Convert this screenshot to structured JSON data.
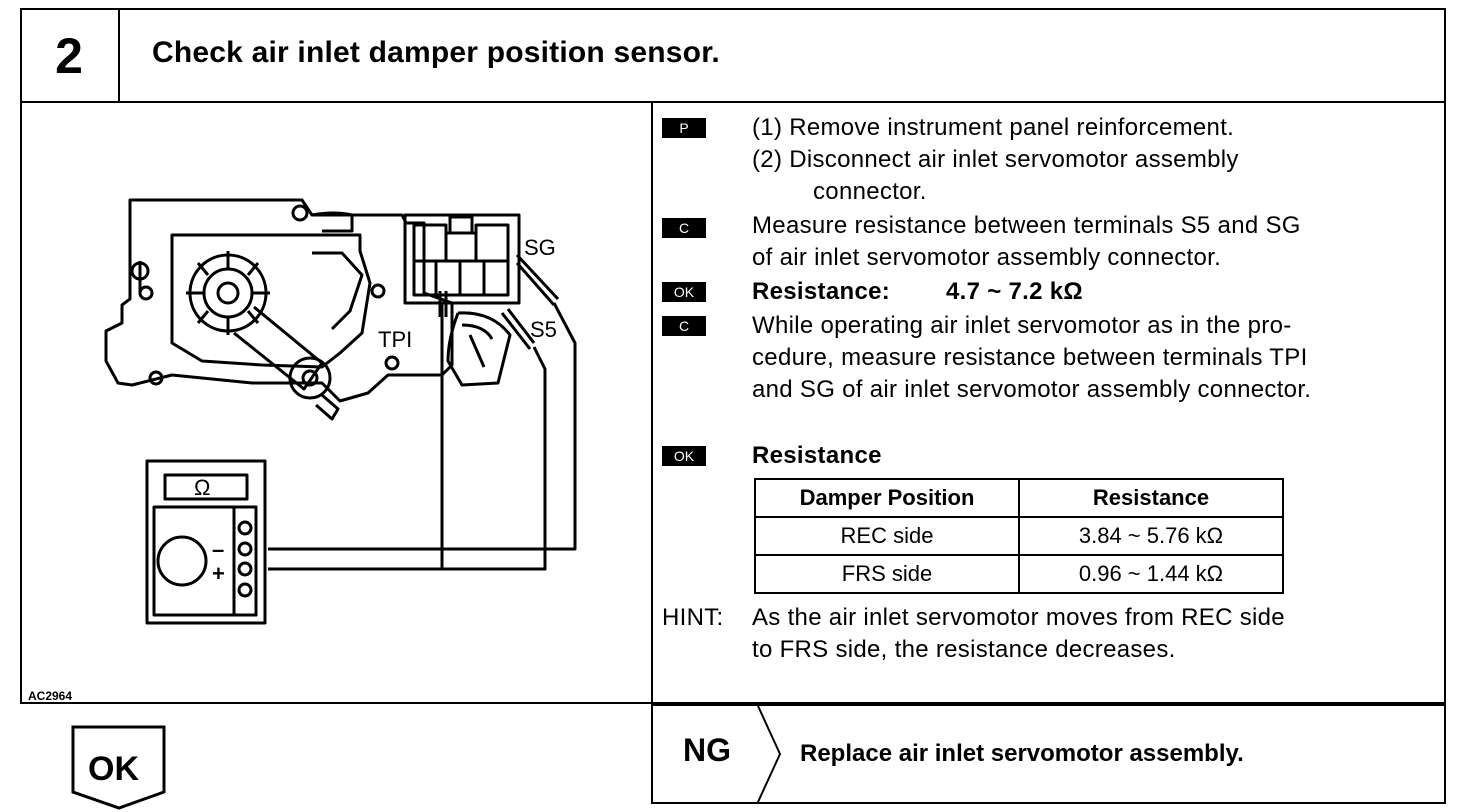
{
  "header": {
    "step_number": "2",
    "title": "Check air inlet damper position sensor."
  },
  "figure": {
    "figure_id": "AC2964",
    "labels": {
      "sg": "SG",
      "s5": "S5",
      "tpi": "TPI",
      "ohm": "Ω",
      "minus": "–",
      "plus": "+"
    }
  },
  "instructions": {
    "p_badge": "P",
    "step1": "(1)  Remove instrument panel reinforcement.",
    "step2_line1": "(2)  Disconnect air inlet servomotor assembly",
    "step2_line2": "connector.",
    "c1_badge": "C",
    "c1_line1": "Measure resistance between terminals S5 and SG",
    "c1_line2": "of air inlet servomotor assembly connector.",
    "ok1_badge": "OK",
    "ok1_label": "Resistance:",
    "ok1_value": "4.7 ~ 7.2 kΩ",
    "c2_badge": "C",
    "c2_line1": "While operating air inlet servomotor as in the pro-",
    "c2_line2": "cedure, measure resistance between terminals TPI",
    "c2_line3": "and SG of air inlet servomotor assembly connector.",
    "ok2_badge": "OK",
    "ok2_label": "Resistance",
    "table": {
      "headers": [
        "Damper Position",
        "Resistance"
      ],
      "rows": [
        [
          "REC side",
          "3.84 ~ 5.76 kΩ"
        ],
        [
          "FRS side",
          "0.96 ~ 1.44 kΩ"
        ]
      ]
    },
    "hint_label": "HINT:",
    "hint_line1": "As the air inlet servomotor moves from REC side",
    "hint_line2": "to FRS side, the resistance decreases."
  },
  "footer": {
    "ok_label": "OK",
    "ng_label": "NG",
    "ng_action": "Replace air inlet servomotor assembly."
  }
}
